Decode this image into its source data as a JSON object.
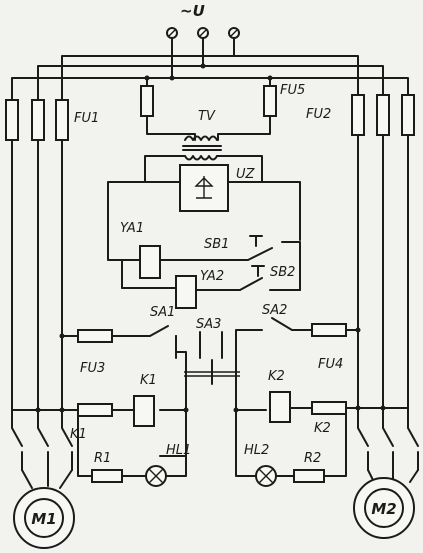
{
  "labels": {
    "supply": "~U",
    "fu1": "FU1",
    "fu2": "FU2",
    "fu3": "FU3",
    "fu4": "FU4",
    "fu5": "FU5",
    "tv": "TV",
    "uz": "UZ",
    "ya1": "YA1",
    "ya2": "YA2",
    "sb1": "SB1",
    "sb2": "SB2",
    "sa1": "SA1",
    "sa2": "SA2",
    "sa3": "SA3",
    "k1": "K1",
    "k2": "K2",
    "k1_contact": "K1",
    "k2_contact": "K2",
    "hl1": "HL1",
    "hl2": "HL2",
    "r1": "R1",
    "r2": "R2",
    "m1": "M1",
    "m2": "M2"
  }
}
